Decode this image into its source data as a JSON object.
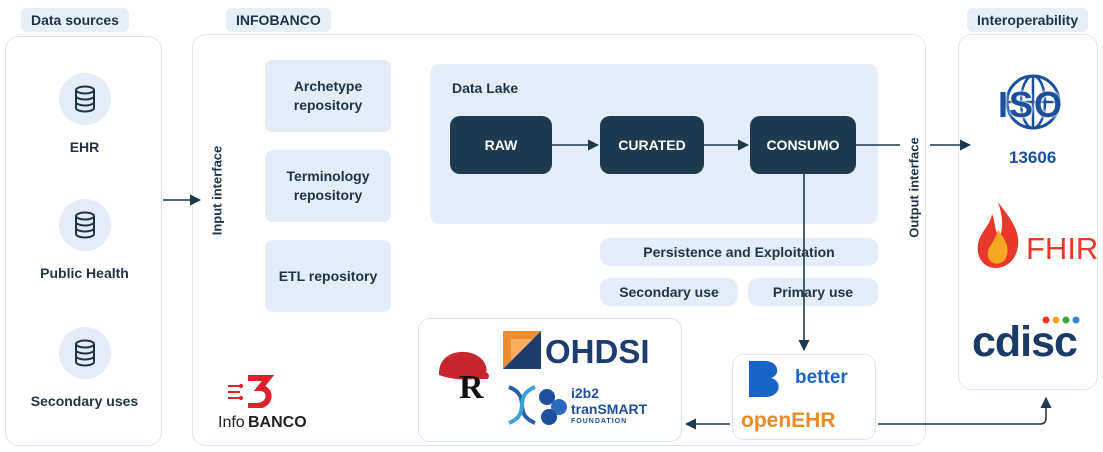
{
  "sections": {
    "data_sources": "Data sources",
    "infobanco": "INFOBANCO",
    "interoperability": "Interoperability"
  },
  "sources": [
    {
      "label": "EHR",
      "icon": "database-icon"
    },
    {
      "label": "Public Health",
      "icon": "database-icon"
    },
    {
      "label": "Secondary uses",
      "icon": "database-icon"
    }
  ],
  "interfaces": {
    "input": "Input interface",
    "output": "Output interface"
  },
  "repositories": [
    {
      "label": "Archetype repository"
    },
    {
      "label": "Terminology repository"
    },
    {
      "label": "ETL repository"
    }
  ],
  "data_lake": {
    "title": "Data Lake",
    "stages": [
      "RAW",
      "CURATED",
      "CONSUMO"
    ]
  },
  "persistence": "Persistence and Exploitation",
  "uses": {
    "secondary": "Secondary use",
    "primary": "Primary use"
  },
  "secondary_tools": {
    "ohdsi": "OHDSI",
    "r": "R",
    "i2b2": "i2b2",
    "transmart": "tranSMART",
    "foundation": "FOUNDATION"
  },
  "primary_tools": {
    "better": "better",
    "openehr": "openEHR"
  },
  "infobanco_logo": {
    "text_info": "Info",
    "text_banco": "BANCO",
    "mark": "3"
  },
  "standards": {
    "iso": "ISO",
    "iso_number": "13606",
    "fhir": "FHIR",
    "cdisc": "cdisc"
  },
  "colors": {
    "navy": "#1f3a4f",
    "light_blue": "#e3ecf7",
    "iso_blue": "#1b4f9c",
    "fhir_red": "#e8372b",
    "cdisc_navy": "#1d3968",
    "better_blue": "#1a64c8",
    "openehr_orange": "#e98a2a",
    "ohdsi_orange": "#f08c2e",
    "ohdsi_blue": "#1f3c6e",
    "infobanco_red": "#d8232a"
  }
}
